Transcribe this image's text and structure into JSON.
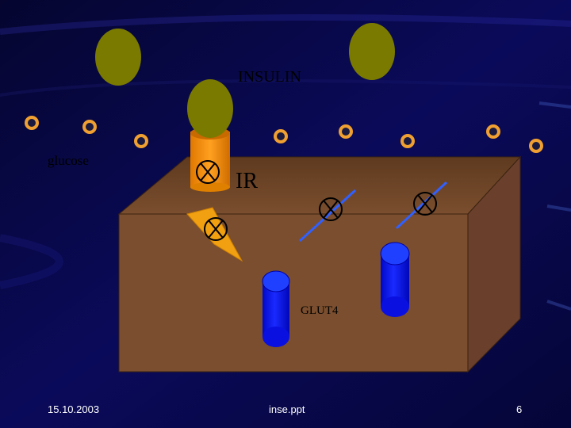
{
  "diagram": {
    "labels": {
      "insulin": "INSULIN",
      "glucose": "glucose",
      "receptor": "IR",
      "transporter": "GLUT4"
    }
  },
  "footer": {
    "date": "15.10.2003",
    "file": "inse.ppt",
    "page": "6"
  },
  "colors": {
    "background": "#060640",
    "insulin": "#7a7a00",
    "glucose": "#f0a030",
    "receptor": "#f08c00",
    "glut4": "#0a14f0",
    "cell": "#7a4e2e"
  },
  "icons": {
    "receptor_symbol": "circled-x-icon",
    "glucose_symbol": "ring-icon"
  }
}
